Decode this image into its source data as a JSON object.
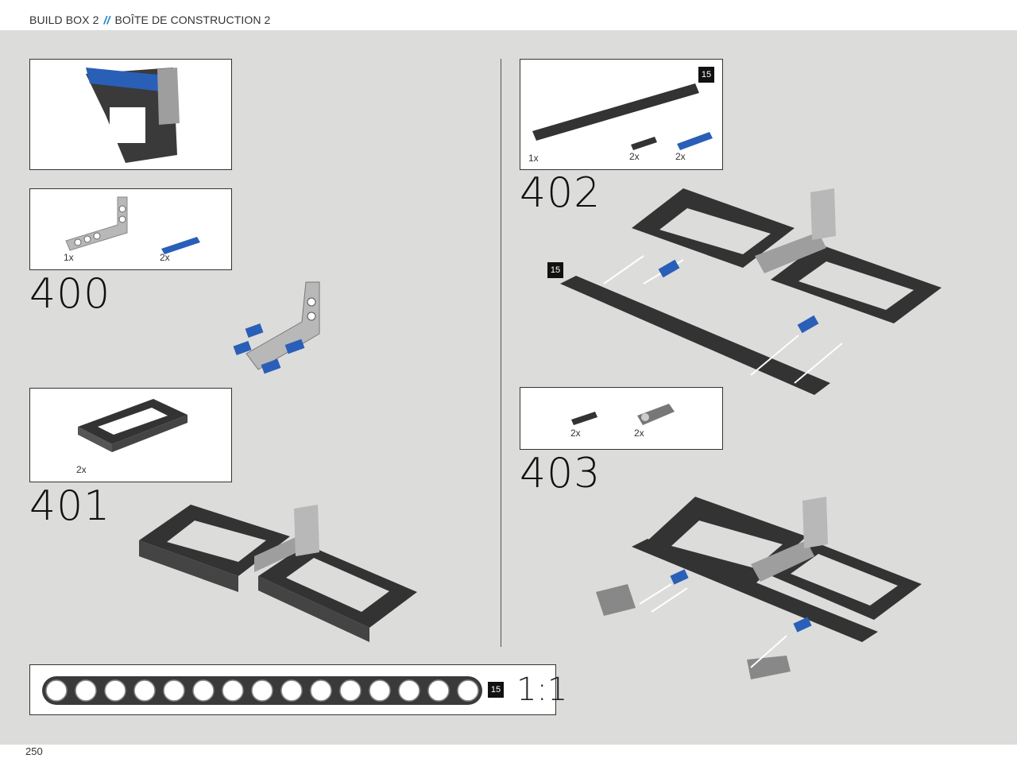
{
  "header": {
    "title_en": "BUILD BOX 2",
    "separator": "//",
    "title_fr": "BOÎTE DE CONSTRUCTION 2"
  },
  "page_number": "250",
  "steps": [
    {
      "number": "400",
      "parts": [
        {
          "qty": "1x",
          "part": "l-beam"
        },
        {
          "qty": "2x",
          "part": "blue-pin"
        }
      ]
    },
    {
      "number": "401",
      "parts": [
        {
          "qty": "2x",
          "part": "frame"
        }
      ]
    },
    {
      "number": "402",
      "parts": [
        {
          "qty": "1x",
          "part": "beam",
          "badge": "15"
        },
        {
          "qty": "2x",
          "part": "black-pin"
        },
        {
          "qty": "2x",
          "part": "blue-pin"
        }
      ],
      "callout_badge": "15"
    },
    {
      "number": "403",
      "parts": [
        {
          "qty": "2x",
          "part": "black-pin"
        },
        {
          "qty": "2x",
          "part": "connector"
        }
      ]
    }
  ],
  "ruler": {
    "badge": "15",
    "scale": "1:1"
  },
  "colors": {
    "accent": "#1b7fc4",
    "background": "#dcdcdb",
    "beam": "#3a3a3a",
    "grey": "#b8b8b8",
    "blue": "#2a5fb8"
  }
}
